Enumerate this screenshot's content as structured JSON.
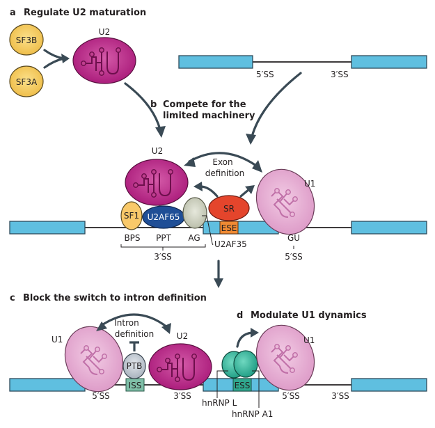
{
  "panels": {
    "a": {
      "letter": "a",
      "title": "Regulate U2 maturation"
    },
    "b": {
      "letter": "b",
      "title_line1": "Compete for the",
      "title_line2": "limited machinery"
    },
    "c": {
      "letter": "c",
      "title": "Block the switch to intron definition"
    },
    "d": {
      "letter": "d",
      "title": "Modulate U1 dynamics"
    }
  },
  "labels": {
    "sf3b": "SF3B",
    "sf3a": "SF3A",
    "u2": "U2",
    "u1": "U1",
    "ss5": "5′SS",
    "ss3": "3′SS",
    "exon_def_1": "Exon",
    "exon_def_2": "definition",
    "intron_def_1": "Intron",
    "intron_def_2": "definition",
    "sf1": "SF1",
    "u2af65": "U2AF65",
    "u2af35": "U2AF35",
    "sr": "SR",
    "ese": "ESE",
    "bps": "BPS",
    "ppt": "PPT",
    "ag": "AG",
    "gu": "GU",
    "ptb": "PTB",
    "iss": "ISS",
    "ess": "ESS",
    "hnrnp_l": "hnRNP L",
    "hnrnp_a1": "hnRNP A1"
  },
  "colors": {
    "exon": "#5fbfe0",
    "u2": "#b0207f",
    "u1": "#e4a8d0",
    "sf3": "#f3c75a",
    "sf1": "#f9c96a",
    "u2af65": "#1f4e96",
    "u2af35": "#c8cbb8",
    "sr": "#e4452c",
    "ese": "#ef8a33",
    "ptb": "#b9c2cc",
    "iss": "#7fbfa8",
    "hnrnp": "#2fb59a",
    "arrow": "#3a4a55"
  }
}
